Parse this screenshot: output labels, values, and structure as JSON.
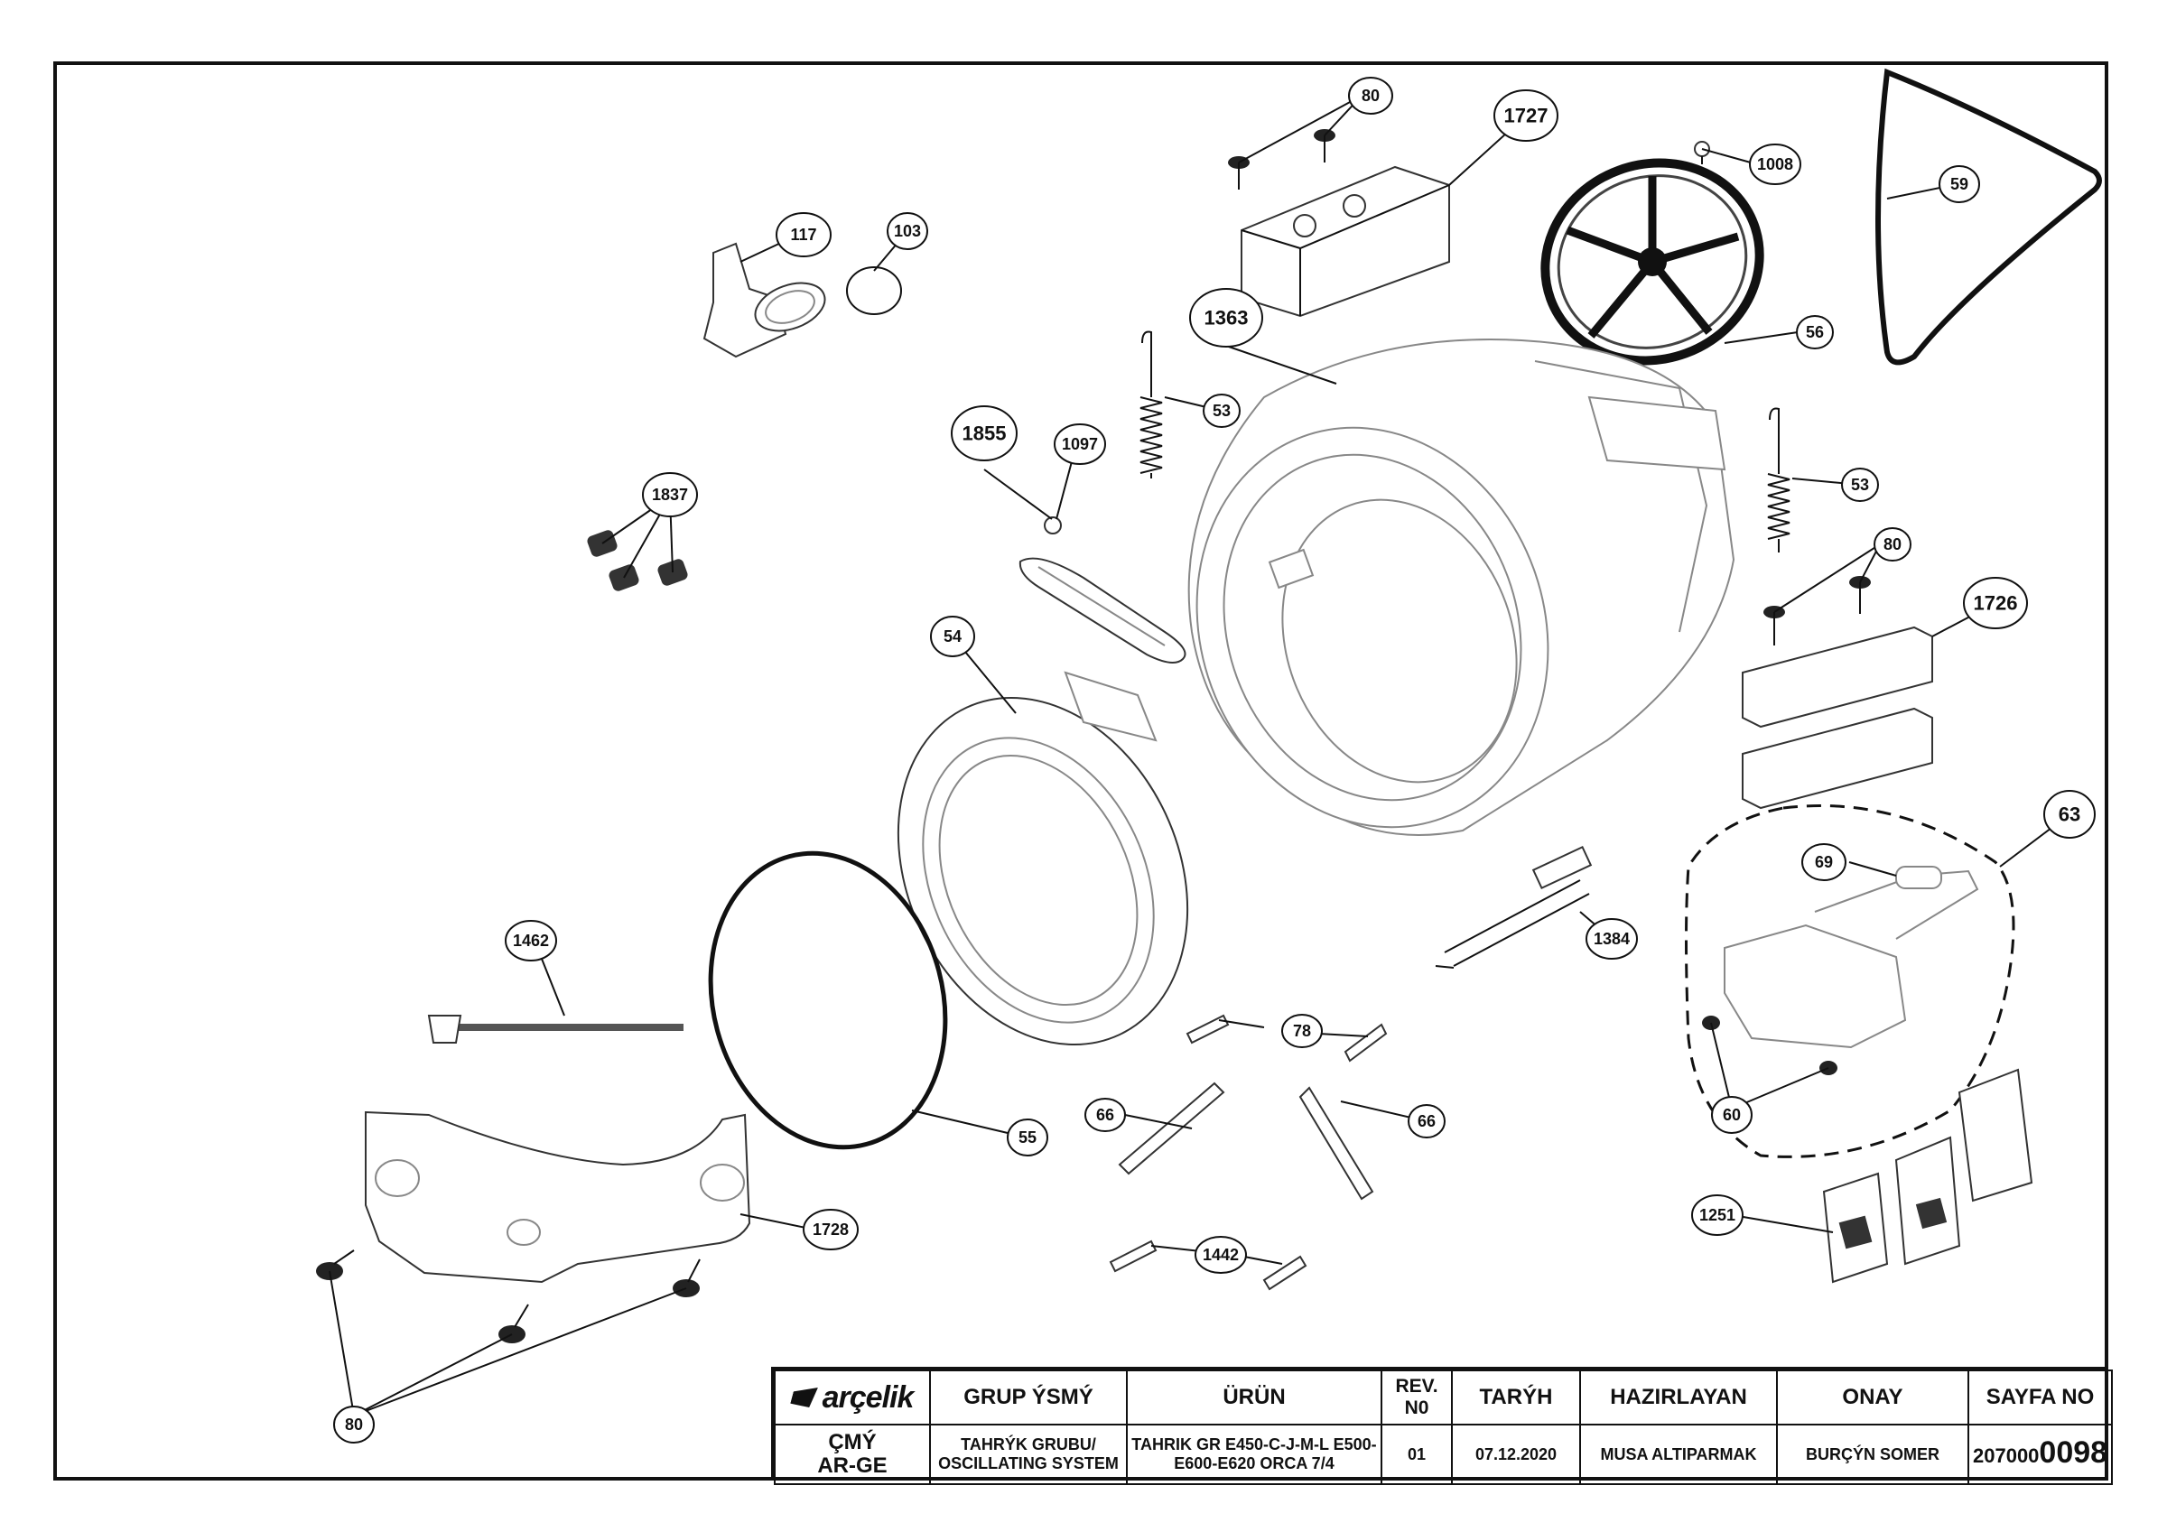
{
  "callouts": {
    "c80a": "80",
    "c1727": "1727",
    "c1008": "1008",
    "c59": "59",
    "c117": "117",
    "c103": "103",
    "c1363": "1363",
    "c56": "56",
    "c53a": "53",
    "c53b": "53",
    "c1855": "1855",
    "c1097": "1097",
    "c1837": "1837",
    "c80b": "80",
    "c1726": "1726",
    "c54": "54",
    "c63": "63",
    "c69": "69",
    "c1384": "1384",
    "c1462": "1462",
    "c78": "78",
    "c66a": "66",
    "c66b": "66",
    "c55": "55",
    "c60": "60",
    "c1251": "1251",
    "c1728": "1728",
    "c1442": "1442",
    "c80c": "80"
  },
  "title_block": {
    "brand": "arçelik",
    "org_line1": "ÇMÝ",
    "org_line2": "AR-GE",
    "headers": {
      "group": "GRUP ÝSMÝ",
      "product": "ÜRÜN",
      "rev": "REV. N0",
      "date": "TARÝH",
      "prepared": "HAZIRLAYAN",
      "approval": "ONAY",
      "page": "SAYFA NO"
    },
    "values": {
      "group": "TAHRÝK GRUBU/ OSCILLATING SYSTEM",
      "product": "TAHRIK GR E450-C-J-M-L E500-E600-E620 ORCA 7/4",
      "rev": "01",
      "date": "07.12.2020",
      "prepared": "MUSA ALTIPARMAK",
      "approval": "BURÇÝN SOMER",
      "page_prefix": "207000",
      "page_suffix": "0098"
    }
  }
}
